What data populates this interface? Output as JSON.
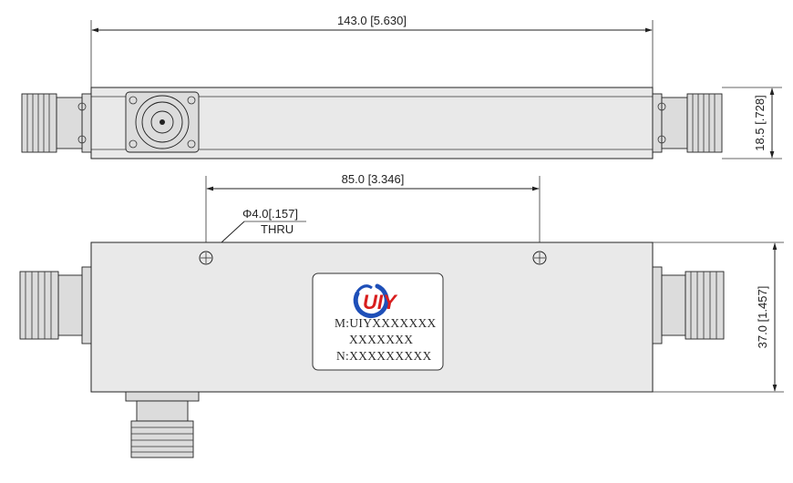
{
  "dimensions": {
    "overall_length": "143.0 [5.630]",
    "side_height": "18.5 [.728]",
    "hole_spacing": "85.0 [3.346]",
    "hole_diameter": "Φ4.0[.157]",
    "hole_type": "THRU",
    "body_height": "37.0 [1.457]"
  },
  "label_plate": {
    "logo_text": "UIY",
    "model_line": "M:UIYXXXXXXX",
    "code_line": "XXXXXXX",
    "serial_line": "N:XXXXXXXXX",
    "logo_colors": {
      "red": "#d81e1e",
      "blue": "#1e4fb8"
    }
  }
}
